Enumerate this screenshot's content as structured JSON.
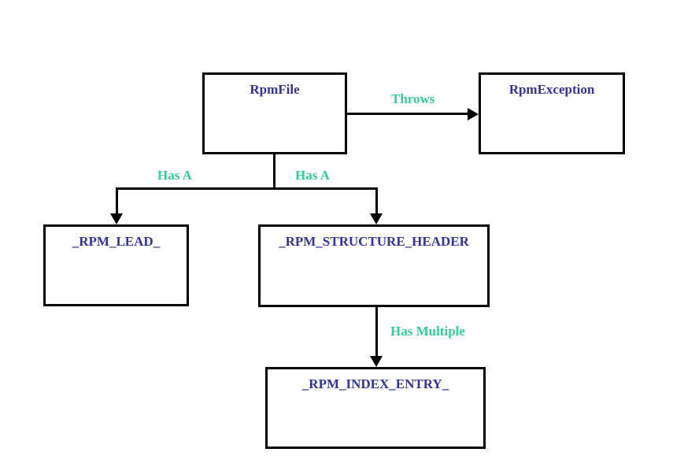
{
  "colors": {
    "node_label": "#333399",
    "edge_label": "#33CC99",
    "line": "#000000",
    "background": "#FFFFFF"
  },
  "nodes": [
    {
      "label": "RpmFile"
    },
    {
      "label": "RpmException"
    },
    {
      "label": "_RPM_LEAD_"
    },
    {
      "label": "_RPM_STRUCTURE_HEADER"
    },
    {
      "label": "_RPM_INDEX_ENTRY_"
    }
  ],
  "edges": [
    {
      "label": "Throws",
      "from": "RpmFile",
      "to": "RpmException"
    },
    {
      "label": "Has A",
      "from": "RpmFile",
      "to": "_RPM_LEAD_"
    },
    {
      "label": "Has A",
      "from": "RpmFile",
      "to": "_RPM_STRUCTURE_HEADER"
    },
    {
      "label": "Has Multiple",
      "from": "_RPM_STRUCTURE_HEADER",
      "to": "_RPM_INDEX_ENTRY_"
    }
  ]
}
